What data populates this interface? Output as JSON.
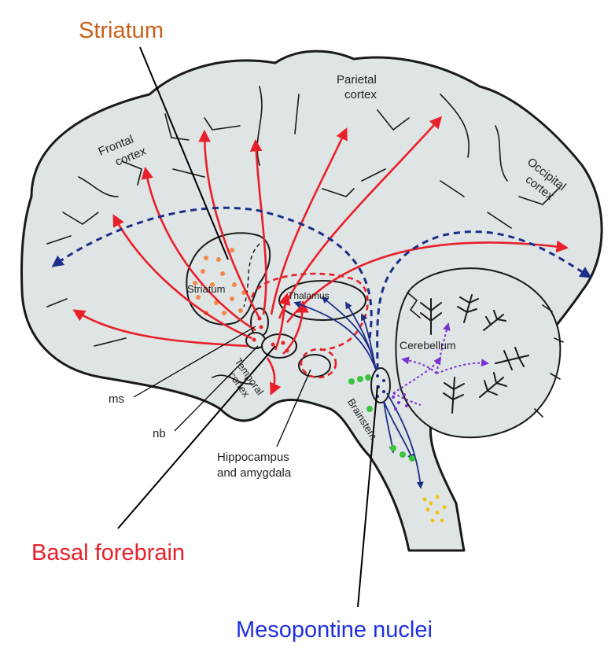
{
  "labels": {
    "striatum_title": "Striatum",
    "basal_forebrain": "Basal forebrain",
    "mesopontine_nuclei": "Mesopontine nuclei",
    "frontal_cortex_1": "Frontal",
    "frontal_cortex_2": "cortex",
    "parietal_cortex_1": "Parietal",
    "parietal_cortex_2": "cortex",
    "occipital_cortex_1": "Occipital",
    "occipital_cortex_2": "cortex",
    "striatum_inner": "Striatum",
    "thalamus": "Thalamus",
    "cerebellum": "Cerebellum",
    "temporal_cortex_1": "Temporal",
    "temporal_cortex_2": "cortex",
    "brainstem": "Brainstem",
    "hippocampus_1": "Hippocampus",
    "hippocampus_2": "and amygdala",
    "ms": "ms",
    "nb": "nb"
  },
  "colors": {
    "striatum_title": "#c8611e",
    "basal_forebrain": "#e8202a",
    "mesopontine_nuclei": "#1f2fe0",
    "cholinergic_forebrain": "#e8202a",
    "cholinergic_brainstem": "#1c2e8a",
    "striatal_interneurons": "#f08a4b",
    "cerebellar_projection": "#7a2fd0",
    "green_cells": "#3cc43c",
    "yellow_cells": "#f2c21a",
    "brain_fill": "#dfe4e4"
  }
}
